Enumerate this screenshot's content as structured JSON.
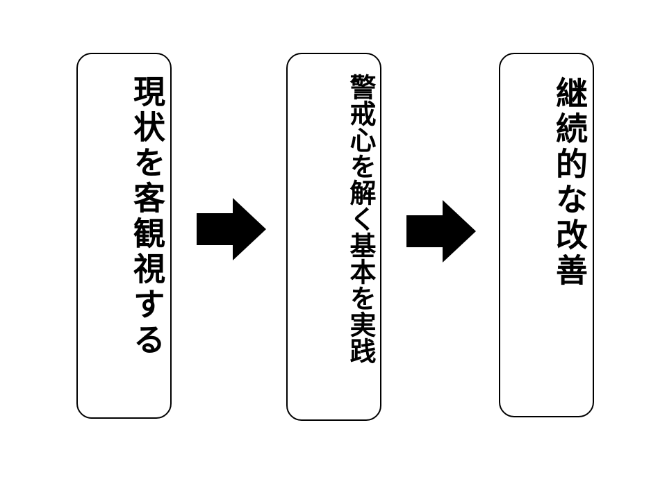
{
  "steps": [
    {
      "label": "現状を客観視する"
    },
    {
      "label": "警戒心を解く基本を実践"
    },
    {
      "label": "継続的な改善"
    }
  ],
  "colors": {
    "stroke": "#000000",
    "fill": "#ffffff",
    "arrow": "#000000"
  },
  "icons": {
    "connector": "arrow-right-icon"
  }
}
